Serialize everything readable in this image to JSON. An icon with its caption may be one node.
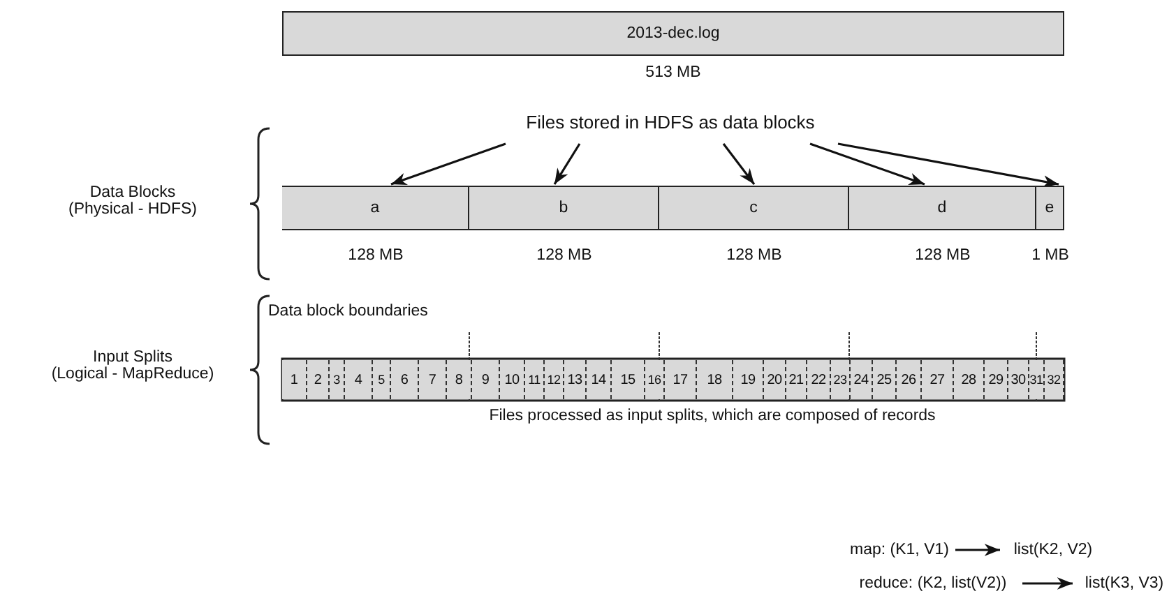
{
  "diagram": {
    "nodes": [
      {
        "text": [
          "2013-dec.log"
        ],
        "beside": [
          "513 MB"
        ]
      },
      {
        "text": [
          "Files stored in HDFS as data blocks"
        ]
      },
      {
        "text": [
          "a"
        ],
        "beside": [
          "128 MB"
        ]
      },
      {
        "text": [
          "b"
        ],
        "beside": [
          "128 MB"
        ]
      },
      {
        "text": [
          "c"
        ],
        "beside": [
          "128 MB"
        ]
      },
      {
        "text": [
          "d"
        ],
        "beside": [
          "128 MB"
        ]
      },
      {
        "text": [
          "e"
        ],
        "beside": [
          "1 MB"
        ]
      },
      {
        "text": [
          "1"
        ]
      },
      {
        "text": [
          "2"
        ]
      },
      {
        "text": [
          "3"
        ]
      },
      {
        "text": [
          "4"
        ]
      },
      {
        "text": [
          "5"
        ]
      },
      {
        "text": [
          "6"
        ]
      },
      {
        "text": [
          "7"
        ]
      },
      {
        "text": [
          "8"
        ]
      },
      {
        "text": [
          "9"
        ]
      },
      {
        "text": [
          "10"
        ]
      },
      {
        "text": [
          "11"
        ]
      },
      {
        "text": [
          "12"
        ]
      },
      {
        "text": [
          "13"
        ]
      },
      {
        "text": [
          "14"
        ]
      },
      {
        "text": [
          "15"
        ]
      },
      {
        "text": [
          "16"
        ]
      },
      {
        "text": [
          "17"
        ]
      },
      {
        "text": [
          "18"
        ]
      },
      {
        "text": [
          "19"
        ]
      },
      {
        "text": [
          "20"
        ]
      },
      {
        "text": [
          "21"
        ]
      },
      {
        "text": [
          "22"
        ]
      },
      {
        "text": [
          "23"
        ]
      },
      {
        "text": [
          "24"
        ]
      },
      {
        "text": [
          "25"
        ]
      },
      {
        "text": [
          "26"
        ]
      },
      {
        "text": [
          "27"
        ]
      },
      {
        "text": [
          "28"
        ]
      },
      {
        "text": [
          "29"
        ]
      },
      {
        "text": [
          "30"
        ]
      },
      {
        "text": [
          "31"
        ]
      },
      {
        "text": [
          "32"
        ]
      },
      {
        "text": [
          "map: (K1, V1)"
        ]
      },
      {
        "text": [
          "list(K2, V2)"
        ]
      },
      {
        "text": [
          "reduce: (K2, list(V2))"
        ]
      },
      {
        "text": [
          "list(K3, V3)"
        ]
      }
    ],
    "edges": [
      {
        "from": 1,
        "to": 2,
        "arrow": "to"
      },
      {
        "from": 1,
        "to": 3,
        "arrow": "to"
      },
      {
        "from": 1,
        "to": 4,
        "arrow": "to"
      },
      {
        "from": 1,
        "to": 5,
        "arrow": "to"
      },
      {
        "from": 1,
        "to": 6,
        "arrow": "to"
      },
      {
        "from": 39,
        "to": 40,
        "arrow": "to"
      },
      {
        "from": 41,
        "to": 42,
        "arrow": "to"
      }
    ],
    "labels": [
      "Data Blocks (Physical - HDFS)",
      "Data block boundaries",
      "Input Splits (Logical - MapReduce)",
      "Files processed as input splits, which are composed of records"
    ]
  }
}
